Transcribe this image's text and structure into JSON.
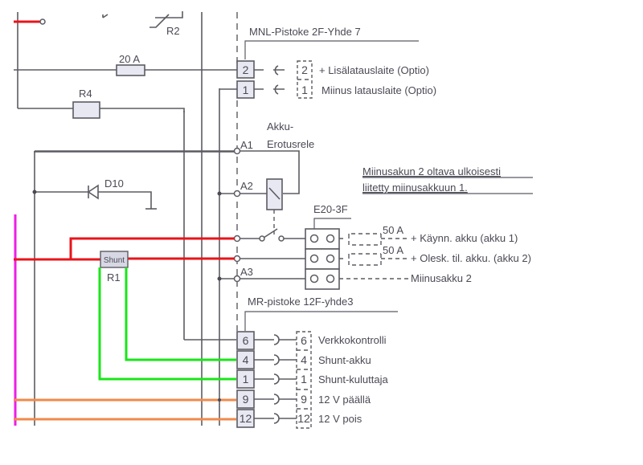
{
  "diagram": {
    "wire_colors": {
      "red": "#e8141b",
      "green": "#19e619",
      "orange": "#f08a4b",
      "magenta": "#ee1ee6",
      "gray": "#5b5b63"
    },
    "components": {
      "r2": "R2",
      "fuse_20a": "20 A",
      "r4": "R4",
      "d10": "D10",
      "shunt": "Shunt",
      "r1": "R1"
    },
    "mnl_connector": {
      "title": "MNL-Pistoke 2F-Yhde 7",
      "pins": [
        {
          "pin": "2",
          "mate": "2",
          "label": "+  Lisälatauslaite (Optio)"
        },
        {
          "pin": "1",
          "mate": "1",
          "label": "Miinus latauslaite (Optio)"
        }
      ]
    },
    "relay": {
      "title_line1": "Akku-",
      "title_line2": "Erotusrele",
      "terminal_a1": "A1",
      "terminal_a2": "A2",
      "terminal_a3": "A3"
    },
    "note": {
      "line1": "Miinusakun 2 oltava ulkoisesti",
      "line2": "liitetty miinusakkuun 1."
    },
    "e20_connector": {
      "title": "E20-3F",
      "rows": [
        {
          "fuse": "50 A",
          "label": "+  Käynn. akku (akku 1)"
        },
        {
          "fuse": "50 A",
          "label": "+  Olesk. til. akku. (akku 2)"
        },
        {
          "fuse": "",
          "label": "Miinusakku 2"
        }
      ]
    },
    "mr_connector": {
      "title": "MR-pistoke 12F-yhde3",
      "pins": [
        {
          "pin": "6",
          "mate": "6",
          "label": "Verkkokontrolli"
        },
        {
          "pin": "4",
          "mate": "4",
          "label": "Shunt-akku"
        },
        {
          "pin": "1",
          "mate": "1",
          "label": "Shunt-kuluttaja"
        },
        {
          "pin": "9",
          "mate": "9",
          "label": "12 V päällä"
        },
        {
          "pin": "12",
          "mate": "12",
          "label": "12 V pois"
        }
      ]
    }
  }
}
